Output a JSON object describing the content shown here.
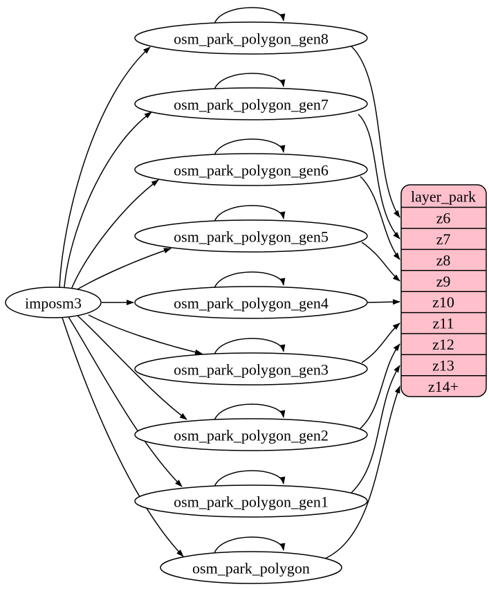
{
  "diagram": {
    "type": "graphviz-digraph",
    "background": "#ffffff",
    "colors": {
      "node_fill": "#ffffff",
      "edge_stroke": "#000000",
      "text": "#000000",
      "layer_fill": "#ffc0cb",
      "layer_stroke": "#000000"
    },
    "source": {
      "label": "imposm3"
    },
    "tables": [
      {
        "id": "gen8",
        "label": "osm_park_polygon_gen8"
      },
      {
        "id": "gen7",
        "label": "osm_park_polygon_gen7"
      },
      {
        "id": "gen6",
        "label": "osm_park_polygon_gen6"
      },
      {
        "id": "gen5",
        "label": "osm_park_polygon_gen5"
      },
      {
        "id": "gen4",
        "label": "osm_park_polygon_gen4"
      },
      {
        "id": "gen3",
        "label": "osm_park_polygon_gen3"
      },
      {
        "id": "gen2",
        "label": "osm_park_polygon_gen2"
      },
      {
        "id": "gen1",
        "label": "osm_park_polygon_gen1"
      },
      {
        "id": "base",
        "label": "osm_park_polygon"
      }
    ],
    "layer": {
      "header": "layer_park",
      "rows": [
        "z6",
        "z7",
        "z8",
        "z9",
        "z10",
        "z11",
        "z12",
        "z13",
        "z14+"
      ]
    },
    "edges": {
      "from_source": [
        {
          "from": "imposm3",
          "to": "osm_park_polygon_gen8"
        },
        {
          "from": "imposm3",
          "to": "osm_park_polygon_gen7"
        },
        {
          "from": "imposm3",
          "to": "osm_park_polygon_gen6"
        },
        {
          "from": "imposm3",
          "to": "osm_park_polygon_gen5"
        },
        {
          "from": "imposm3",
          "to": "osm_park_polygon_gen4"
        },
        {
          "from": "imposm3",
          "to": "osm_park_polygon_gen3"
        },
        {
          "from": "imposm3",
          "to": "osm_park_polygon_gen2"
        },
        {
          "from": "imposm3",
          "to": "osm_park_polygon_gen1"
        },
        {
          "from": "imposm3",
          "to": "osm_park_polygon"
        }
      ],
      "self_loops": [
        "osm_park_polygon_gen8",
        "osm_park_polygon_gen7",
        "osm_park_polygon_gen6",
        "osm_park_polygon_gen5",
        "osm_park_polygon_gen4",
        "osm_park_polygon_gen3",
        "osm_park_polygon_gen2",
        "osm_park_polygon_gen1",
        "osm_park_polygon"
      ],
      "to_layer": [
        {
          "from": "osm_park_polygon_gen8",
          "to_row": "z6"
        },
        {
          "from": "osm_park_polygon_gen7",
          "to_row": "z7"
        },
        {
          "from": "osm_park_polygon_gen6",
          "to_row": "z8"
        },
        {
          "from": "osm_park_polygon_gen5",
          "to_row": "z9"
        },
        {
          "from": "osm_park_polygon_gen4",
          "to_row": "z10"
        },
        {
          "from": "osm_park_polygon_gen3",
          "to_row": "z11"
        },
        {
          "from": "osm_park_polygon_gen2",
          "to_row": "z12"
        },
        {
          "from": "osm_park_polygon_gen1",
          "to_row": "z13"
        },
        {
          "from": "osm_park_polygon",
          "to_row": "z14+"
        }
      ]
    }
  }
}
